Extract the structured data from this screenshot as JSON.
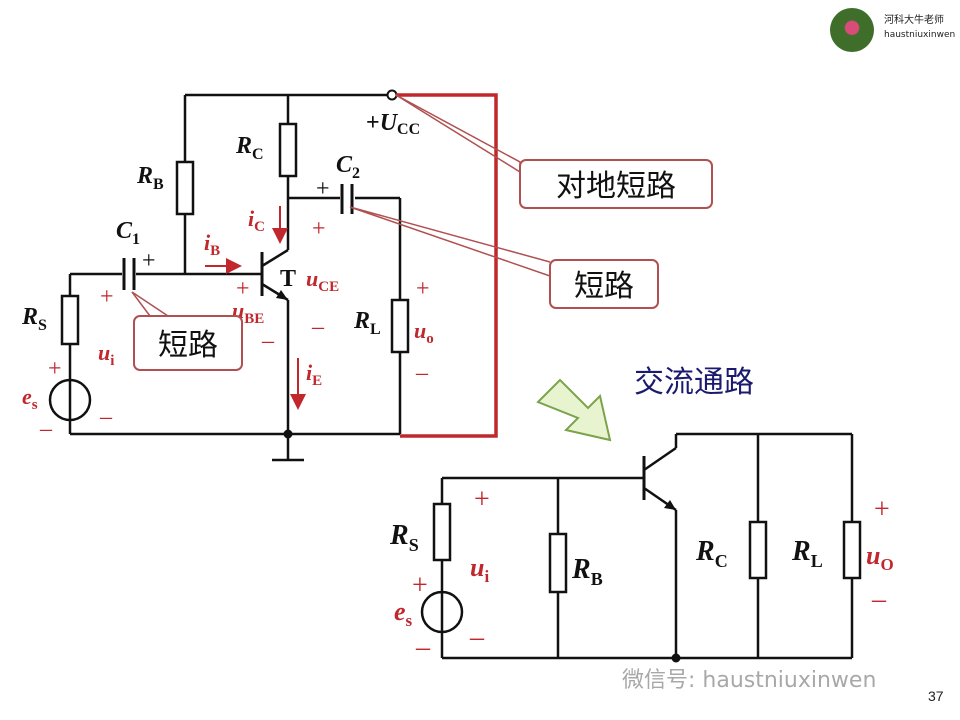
{
  "brand": {
    "name_cn": "河科大牛老师",
    "name_en": "haustniuxinwen"
  },
  "page_number": "37",
  "watermark": "微信号: haustniuxinwen",
  "colors": {
    "wire": "#111111",
    "red": "#c0282d",
    "callout_border": "#b05050",
    "arrow_fill": "#e8f4d0",
    "arrow_stroke": "#7aa34a"
  },
  "callouts": {
    "supply_short": "对地短路",
    "c2_short": "短路",
    "c1_short": "短路"
  },
  "ac_title": "交流通路",
  "top_circuit": {
    "supply": {
      "sign": "+",
      "name": "U",
      "sub": "CC"
    },
    "rb": {
      "name": "R",
      "sub": "B"
    },
    "rc": {
      "name": "R",
      "sub": "C"
    },
    "rl": {
      "name": "R",
      "sub": "L"
    },
    "rs": {
      "name": "R",
      "sub": "S"
    },
    "c1": {
      "name": "C",
      "sub": "1",
      "plus": "+"
    },
    "c2": {
      "name": "C",
      "sub": "2",
      "plus": "+"
    },
    "transistor": "T",
    "ib": {
      "name": "i",
      "sub": "B"
    },
    "ic": {
      "name": "i",
      "sub": "C"
    },
    "ie": {
      "name": "i",
      "sub": "E"
    },
    "uce": {
      "name": "u",
      "sub": "CE",
      "plus": "+",
      "minus": "–"
    },
    "ube": {
      "name": "u",
      "sub": "BE",
      "plus": "+",
      "minus": "–"
    },
    "ui": {
      "name": "u",
      "sub": "i",
      "plus": "+",
      "minus": "–"
    },
    "uo": {
      "name": "u",
      "sub": "o",
      "plus": "+",
      "minus": "–"
    },
    "es": {
      "name": "e",
      "sub": "s",
      "plus": "+",
      "minus": "–"
    }
  },
  "ac_circuit": {
    "rs": {
      "name": "R",
      "sub": "S"
    },
    "rb": {
      "name": "R",
      "sub": "B"
    },
    "rc": {
      "name": "R",
      "sub": "C"
    },
    "rl": {
      "name": "R",
      "sub": "L"
    },
    "ui": {
      "name": "u",
      "sub": "i",
      "plus": "+",
      "minus": "–"
    },
    "uo": {
      "name": "u",
      "sub": "O",
      "plus": "+",
      "minus": "–"
    },
    "es": {
      "name": "e",
      "sub": "s",
      "plus": "+",
      "minus": "–"
    }
  }
}
